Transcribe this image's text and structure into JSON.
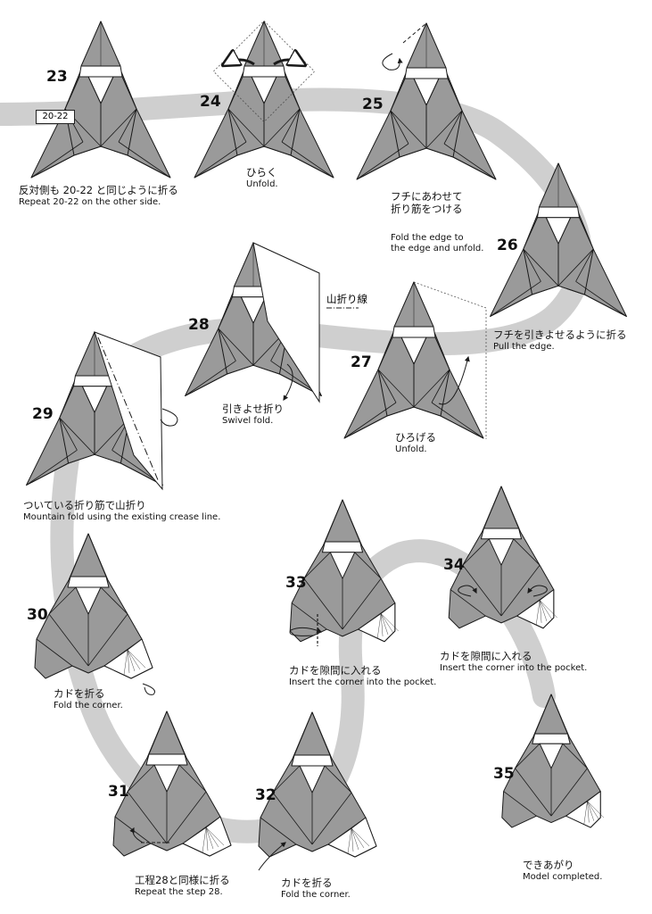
{
  "steps": [
    {
      "num": "23",
      "jp": "反対側も 20-22 と同じように折る",
      "en": "Repeat 20-22 on the other side."
    },
    {
      "num": "24",
      "jp": "ひらく",
      "en": "Unfold."
    },
    {
      "num": "25",
      "jp": "フチにあわせて\n折り筋をつける",
      "en": "Fold the edge to\nthe edge and unfold."
    },
    {
      "num": "26",
      "jp": "フチを引きよせるように折る",
      "en": "Pull the edge."
    },
    {
      "num": "27",
      "jp": "ひろげる",
      "en": "Unfold."
    },
    {
      "num": "28",
      "jp": "引きよせ折り",
      "en": "Swivel fold."
    },
    {
      "num": "29",
      "jp": "ついている折り筋で山折り",
      "en": "Mountain fold using the existing crease line."
    },
    {
      "num": "30",
      "jp": "カドを折る",
      "en": "Fold the corner."
    },
    {
      "num": "31",
      "jp": "工程28と同様に折る",
      "en": "Repeat the step 28."
    },
    {
      "num": "32",
      "jp": "カドを折る",
      "en": "Fold the corner."
    },
    {
      "num": "33",
      "jp": "カドを隙間に入れる",
      "en": "Insert the corner into the pocket."
    },
    {
      "num": "34",
      "jp": "カドを隙間に入れる",
      "en": "Insert the corner into the pocket."
    },
    {
      "num": "35",
      "jp": "できあがり",
      "en": "Model completed."
    }
  ],
  "ref_label": "20-22",
  "mountain_fold_label": "山折り線",
  "colors": {
    "paper": "#9a9a9a",
    "white": "#ffffff",
    "path": "#cfcfcf",
    "line": "#1a1a1a"
  }
}
